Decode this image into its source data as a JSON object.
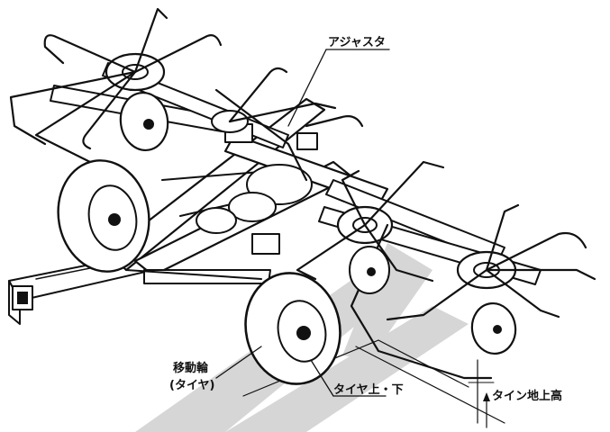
{
  "labels": {
    "adjuster": "アジャスタ",
    "transport_wheel": "移動輪",
    "tire": "(タイヤ)",
    "tire_up_down": "タイヤ上・下",
    "tine_height": "タイン地上高"
  },
  "colors": {
    "ink": "#111111",
    "watermark": "#d6d6d6",
    "background": "#ffffff"
  }
}
